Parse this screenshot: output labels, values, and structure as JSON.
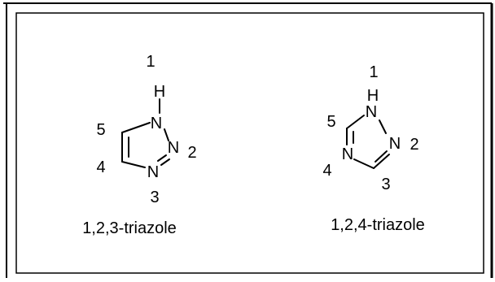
{
  "colors": {
    "ink": "#000000",
    "background": "#ffffff"
  },
  "molecules": [
    {
      "name": "1,2,3-triazole",
      "positions": [
        "1",
        "2",
        "3",
        "4",
        "5"
      ],
      "atoms": {
        "h": "H",
        "n1": "N",
        "n2": "N",
        "n3": "N"
      }
    },
    {
      "name": "1,2,4-triazole",
      "positions": [
        "1",
        "2",
        "3",
        "4",
        "5"
      ],
      "atoms": {
        "nh": "N",
        "h": "H",
        "n2": "N",
        "n4": "N"
      }
    }
  ]
}
